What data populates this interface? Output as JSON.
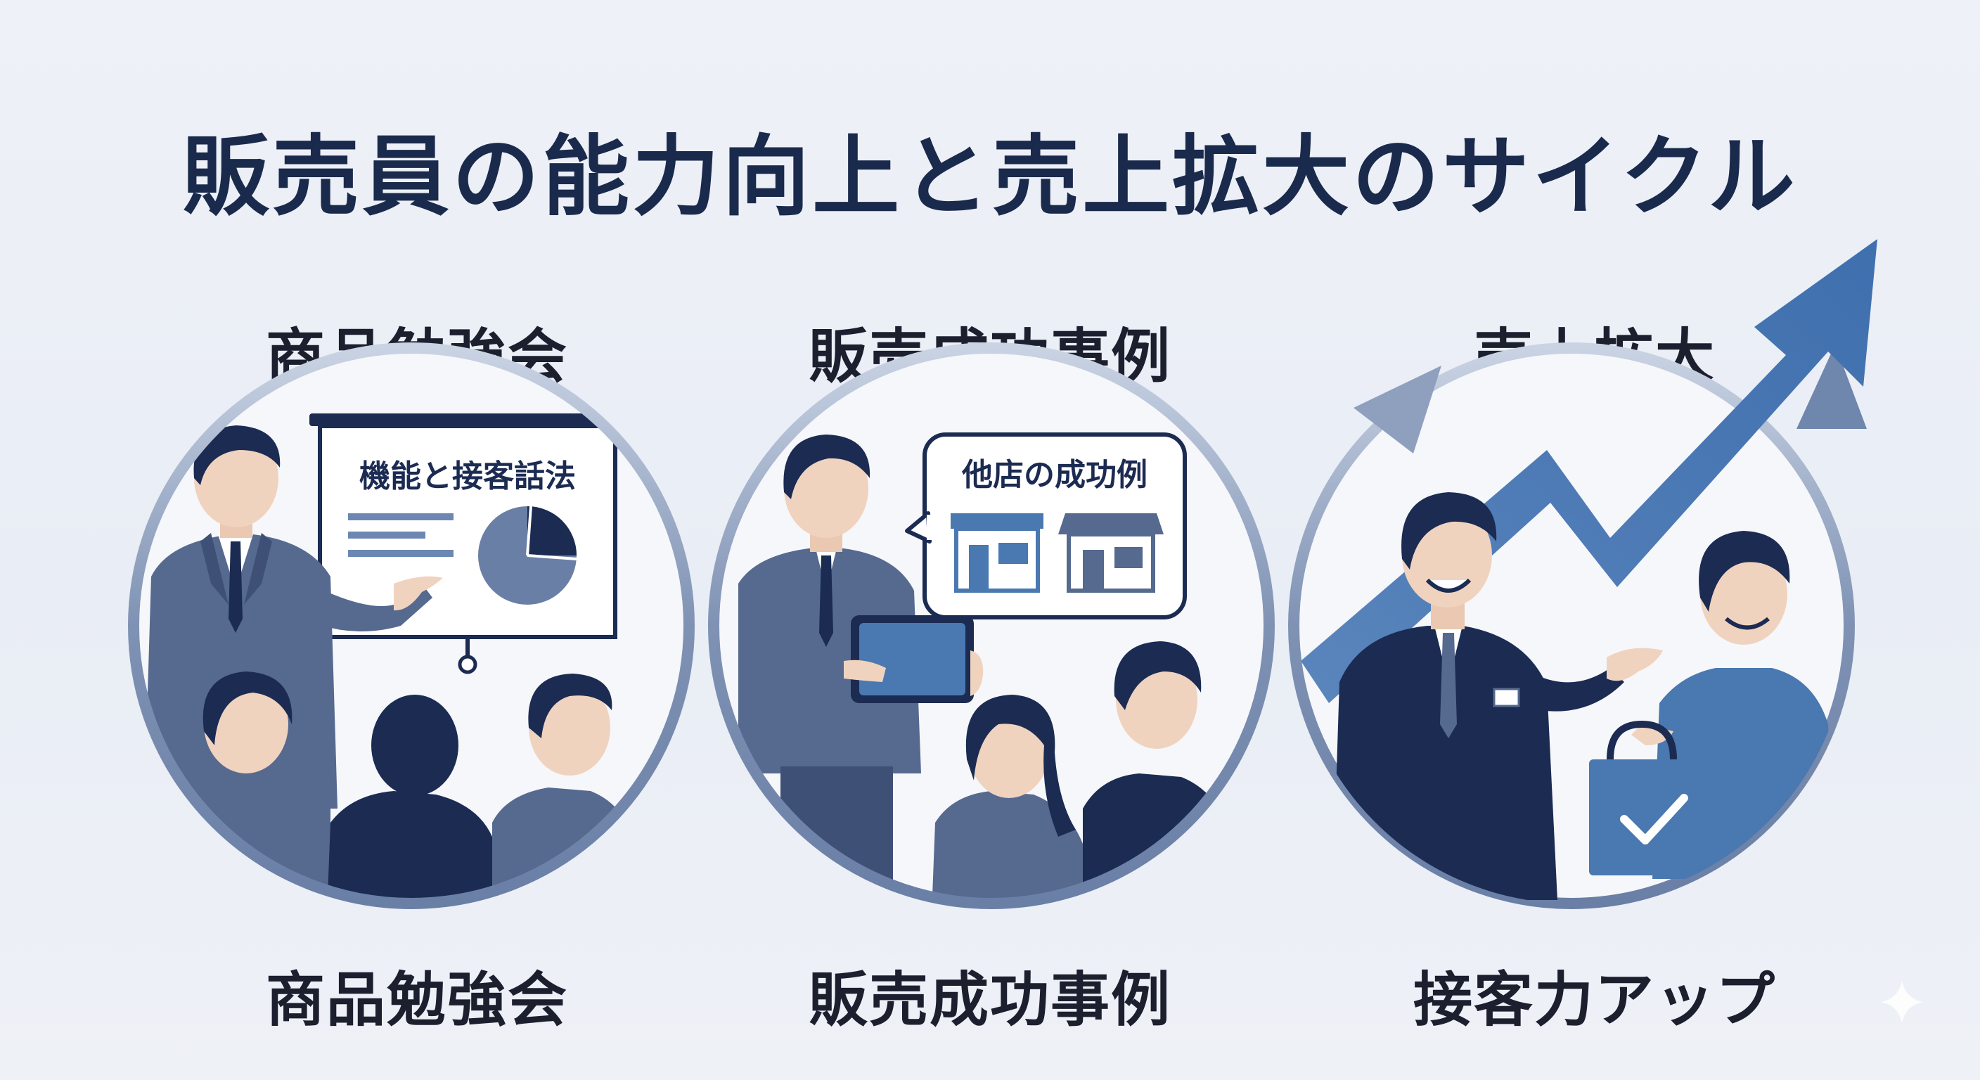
{
  "title": "販売員の能力向上と売上拡大のサイクル",
  "panels": [
    {
      "top_label": "商品勉強会",
      "bottom_label": "商品勉強会",
      "board_text": "機能と接客話法"
    },
    {
      "top_label": "販売成功事例",
      "bottom_label": "販売成功事例",
      "bubble_text": "他店の成功例"
    },
    {
      "top_label": "売上拡大",
      "bottom_label": "接客力アップ"
    }
  ],
  "colors": {
    "navy": "#1b2b52",
    "slate_blue": "#56698f",
    "accent_blue": "#4a78b0",
    "skin": "#f0d3bf",
    "ring": "#8a9cba"
  }
}
